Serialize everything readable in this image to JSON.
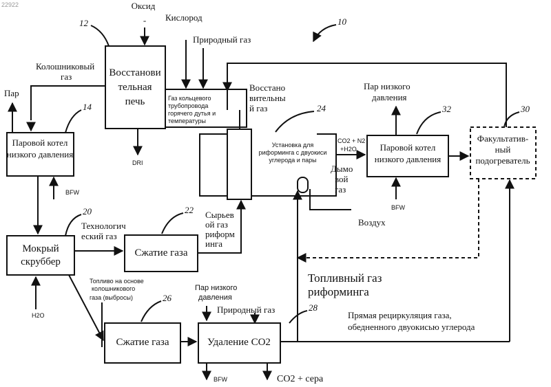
{
  "watermark": "22922",
  "top": {
    "oxide": "Оксид",
    "dash": "-",
    "oxygen": "Кислород",
    "natural_gas": "Природный газ"
  },
  "refs": {
    "r10": "10",
    "r12": "12",
    "r14": "14",
    "r20": "20",
    "r22": "22",
    "r24": "24",
    "r26": "26",
    "r28": "28",
    "r30": "30",
    "r32": "32"
  },
  "furnace": {
    "l1": "Восстанови",
    "l2": "тельная",
    "l3": "печь"
  },
  "ring": {
    "l1": "Газ кольцевого",
    "l2": "трубопровода",
    "l3": "горячего дутья и",
    "l4": "температуры"
  },
  "reducing_gas": {
    "l1": "Восстано",
    "l2": "вительны",
    "l3": "й газ"
  },
  "top_gas": {
    "l1": "Колошниковый",
    "l2": "газ"
  },
  "steam": "Пар",
  "boiler_left": {
    "l1": "Паровой котел",
    "l2": "низкого давления"
  },
  "dri": "DRI",
  "bfw1": "BFW",
  "reformer": {
    "l1": "Установка для",
    "l2": "риформинга с двуокиси",
    "l3": "углерода и пары"
  },
  "co2n2": {
    "l1": "CO2 + N2",
    "l2": "+H2O"
  },
  "flue": {
    "l1": "Дымо",
    "l2": "вой",
    "l3": "газ"
  },
  "air": "Воздух",
  "lp_steam_top": {
    "l1": "Пар низкого",
    "l2": "давления"
  },
  "boiler_right": {
    "l1": "Паровой котел",
    "l2": "низкого давления"
  },
  "bfw2": "BFW",
  "preheater": {
    "l1": "Факультатив-",
    "l2": "ный",
    "l3": "подогреватель"
  },
  "scrubber": {
    "l1": "Мокрый",
    "l2": "скруббер"
  },
  "process_gas": {
    "l1": "Технологич",
    "l2": "еский газ"
  },
  "compress1": "Сжатие газа",
  "raw_gas": {
    "l1": "Сырьев",
    "l2": "ой газ",
    "l3": "риформ",
    "l4": "инга"
  },
  "h2o": "H2O",
  "top_fuel": {
    "l1": "Топливо на основе",
    "l2": "колошникового",
    "l3": "газа (выбросы)"
  },
  "lp_steam_mid": {
    "l1": "Пар низкого",
    "l2": "давления"
  },
  "fuel_gas": {
    "l1": "Топливный газ",
    "l2": "риформинга"
  },
  "natural_gas2": "Природный газ",
  "recycle": {
    "l1": "Прямая рециркуляция газа,",
    "l2": "обедненного двуокисью углерода"
  },
  "compress2": "Сжатие газа",
  "co2_removal": "Удаление CO2",
  "bfw3": "BFW",
  "co2_sulfur": "CO2 + сера"
}
